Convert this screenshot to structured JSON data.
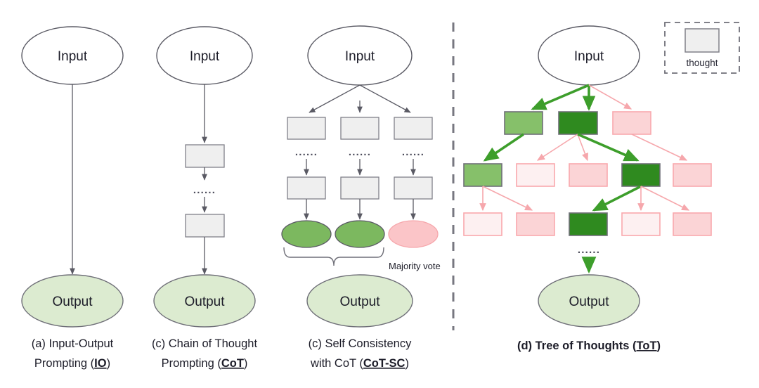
{
  "figure": {
    "title_visible": false,
    "background": "#ffffff"
  },
  "colors": {
    "ellipse_white_fill": "#ffffff",
    "ellipse_white_stroke": "#5a5a64",
    "output_fill": "#dcebd0",
    "output_stroke": "#6f6f78",
    "thought_box_fill": "#efefef",
    "thought_box_stroke": "#808089",
    "green_medium": "#86c06a",
    "green_dark": "#2f8a1f",
    "green_leaf_ellipse": "#7cb85f",
    "pink_fill": "#fbd4d6",
    "pink_pale_fill": "#fdf0f1",
    "pink_stroke": "#f9a8ad",
    "pink_ellipse_fill": "#fbc5c8",
    "arrow_gray": "#5a5a64",
    "arrow_green": "#3d9e2b",
    "arrow_pink": "#f6a7ac",
    "divider": "#777780"
  },
  "panels": [
    {
      "id": "io",
      "input_label": "Input",
      "output_label": "Output",
      "caption_line1": "(a) Input-Output",
      "caption_line2_prefix": "Prompting (",
      "caption_line2_abbr": "IO",
      "caption_line2_suffix": ")",
      "thought_count": 0
    },
    {
      "id": "cot",
      "input_label": "Input",
      "output_label": "Output",
      "caption_line1": "(c) Chain of Thought",
      "caption_line2_prefix": "Prompting (",
      "caption_line2_abbr": "CoT",
      "caption_line2_suffix": ")",
      "thought_count": 2,
      "ellipsis": "......"
    },
    {
      "id": "cot-sc",
      "input_label": "Input",
      "output_label": "Output",
      "caption_line1": "(c) Self Consistency",
      "caption_line2_prefix": "with CoT (",
      "caption_line2_abbr": "CoT-SC",
      "caption_line2_suffix": ")",
      "branches": 3,
      "rows": 2,
      "ellipsis": "......",
      "vote_label": "Majority vote",
      "leaf_states": [
        "green",
        "green",
        "pink"
      ]
    },
    {
      "id": "tot",
      "input_label": "Input",
      "output_label": "Output",
      "caption_prefix": "(d) Tree of Thoughts (",
      "caption_abbr": "ToT",
      "caption_suffix": ")",
      "ellipsis": "......",
      "levels": [
        {
          "index": 1,
          "states": [
            "green-medium",
            "green-dark",
            "pink"
          ]
        },
        {
          "index": 2,
          "states": [
            "green-medium",
            "pink-pale",
            "pink",
            "green-dark",
            "pink"
          ]
        },
        {
          "index": 3,
          "states": [
            "pink-pale",
            "pink",
            "green-dark",
            "pink-pale",
            "pink"
          ]
        }
      ]
    }
  ],
  "legend": {
    "swatch_name": "thought-box-swatch",
    "label": "thought"
  }
}
